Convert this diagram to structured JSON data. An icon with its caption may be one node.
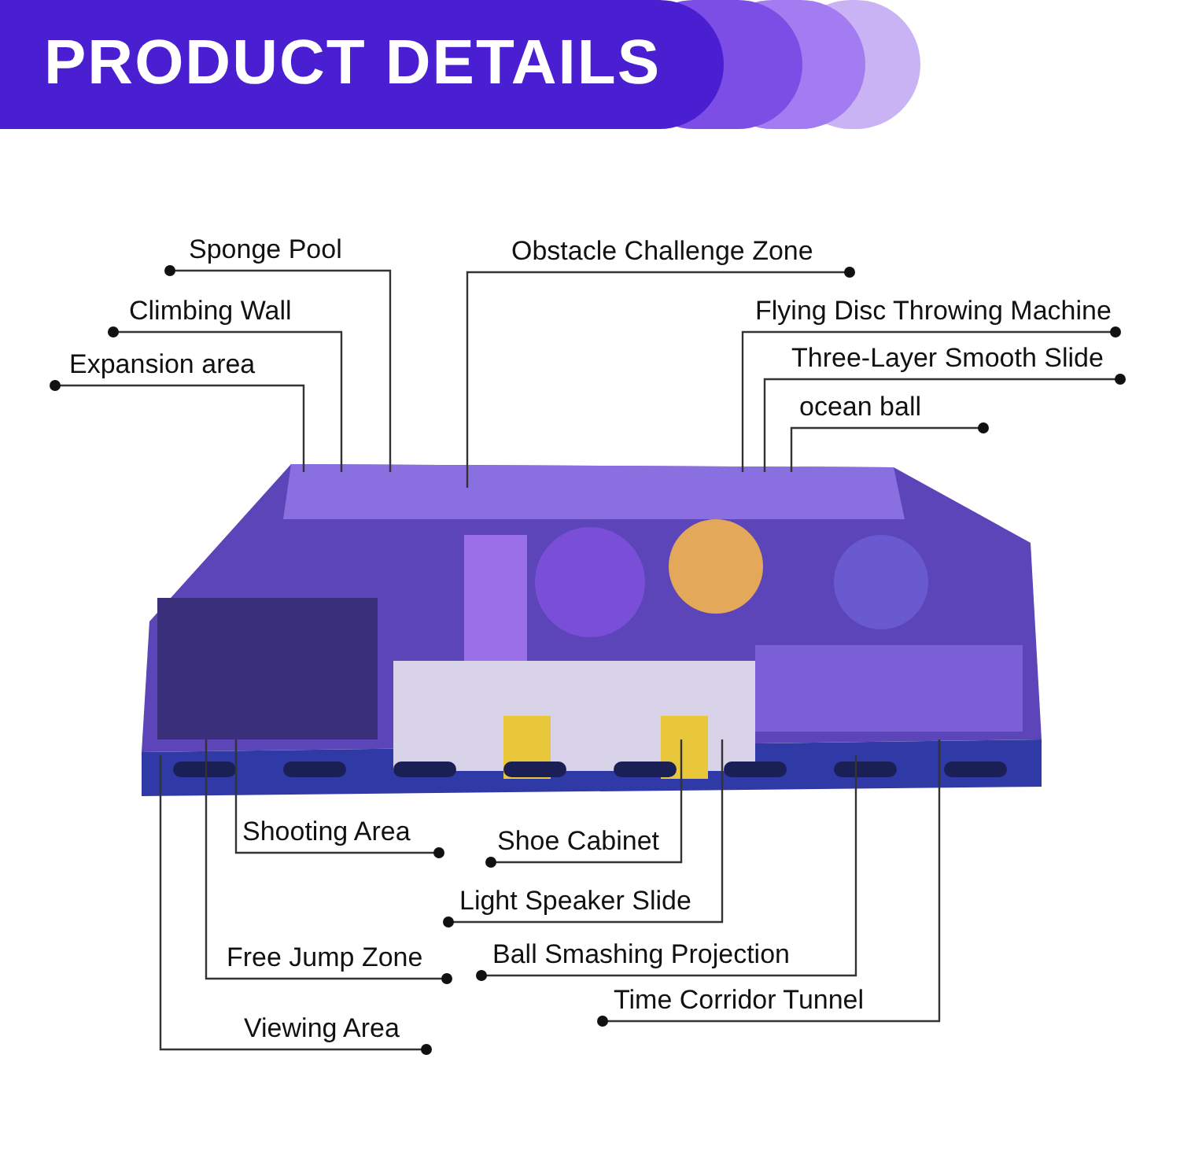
{
  "diagram": {
    "title": "PRODUCT DETAILS",
    "nodes": [
      {
        "text": [
          "Sponge Pool"
        ]
      },
      {
        "text": [
          "Obstacle Challenge Zone"
        ]
      },
      {
        "text": [
          "Climbing Wall"
        ]
      },
      {
        "text": [
          "Flying Disc Throwing Machine"
        ]
      },
      {
        "text": [
          "Expansion area"
        ]
      },
      {
        "text": [
          "Three-Layer Smooth Slide"
        ]
      },
      {
        "text": [
          "ocean ball"
        ]
      },
      {
        "text": [
          "Shooting Area"
        ]
      },
      {
        "text": [
          "Shoe Cabinet"
        ]
      },
      {
        "text": [
          "Light Speaker Slide"
        ]
      },
      {
        "text": [
          "Ball Smashing Projection"
        ]
      },
      {
        "text": [
          "Free Jump Zone"
        ]
      },
      {
        "text": [
          "Time Corridor Tunnel"
        ]
      },
      {
        "text": [
          "Viewing Area"
        ]
      }
    ],
    "edges": [
      {
        "from": 0,
        "to": null,
        "arrow": "other"
      },
      {
        "from": 1,
        "to": null,
        "arrow": "other"
      },
      {
        "from": 2,
        "to": null,
        "arrow": "other"
      },
      {
        "from": 3,
        "to": null,
        "arrow": "other"
      },
      {
        "from": 4,
        "to": null,
        "arrow": "other"
      },
      {
        "from": 5,
        "to": null,
        "arrow": "other"
      },
      {
        "from": 6,
        "to": null,
        "arrow": "other"
      },
      {
        "from": 7,
        "to": null,
        "arrow": "other"
      },
      {
        "from": 8,
        "to": null,
        "arrow": "other"
      },
      {
        "from": 9,
        "to": null,
        "arrow": "other"
      },
      {
        "from": 10,
        "to": null,
        "arrow": "other"
      },
      {
        "from": 11,
        "to": null,
        "arrow": "other"
      },
      {
        "from": 12,
        "to": null,
        "arrow": "other"
      },
      {
        "from": 13,
        "to": null,
        "arrow": "other"
      }
    ]
  }
}
